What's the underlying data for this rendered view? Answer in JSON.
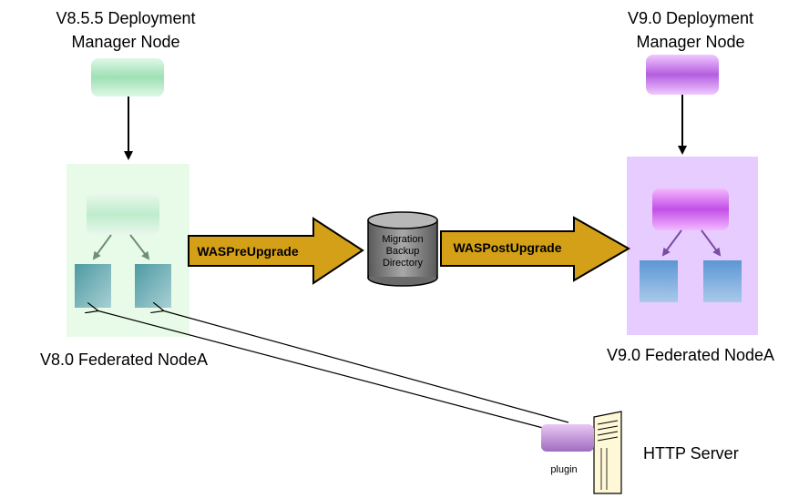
{
  "labels": {
    "v855_dmgr_line1": "V8.5.5 Deployment",
    "v855_dmgr_line2": "Manager Node",
    "v90_dmgr_line1": "V9.0 Deployment",
    "v90_dmgr_line2": "Manager Node",
    "v80_node": "V8.0 Federated NodeA",
    "v90_node": "V9.0 Federated NodeA",
    "http_server": "HTTP Server",
    "plugin": "plugin"
  },
  "arrows": {
    "pre_upgrade": "WASPreUpgrade",
    "post_upgrade": "WASPostUpgrade"
  },
  "backup": {
    "line1": "Migration",
    "line2": "Backup",
    "line3": "Directory"
  },
  "colors": {
    "arrow_gold": "#d4a017",
    "green_node_bg": "#e8fbe8",
    "purple_node_bg": "#e6ccff",
    "cylinder_gray": "#888888"
  }
}
